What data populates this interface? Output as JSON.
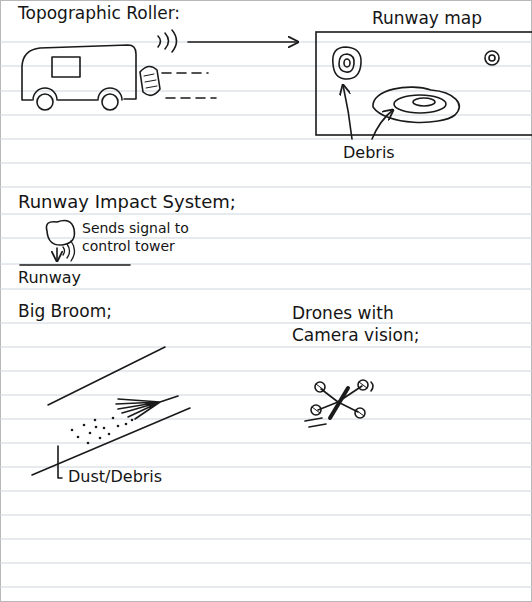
{
  "diagram": {
    "nodes": [
      {
        "text": [
          "Runway map"
        ]
      }
    ],
    "labels": [
      "Topographic Roller:",
      "Debris",
      "Runway Impact System;",
      "Sends signal to control tower",
      "Runway",
      "Big Broom;",
      "Drones with Camera vision;",
      "Dust/Debris"
    ]
  }
}
